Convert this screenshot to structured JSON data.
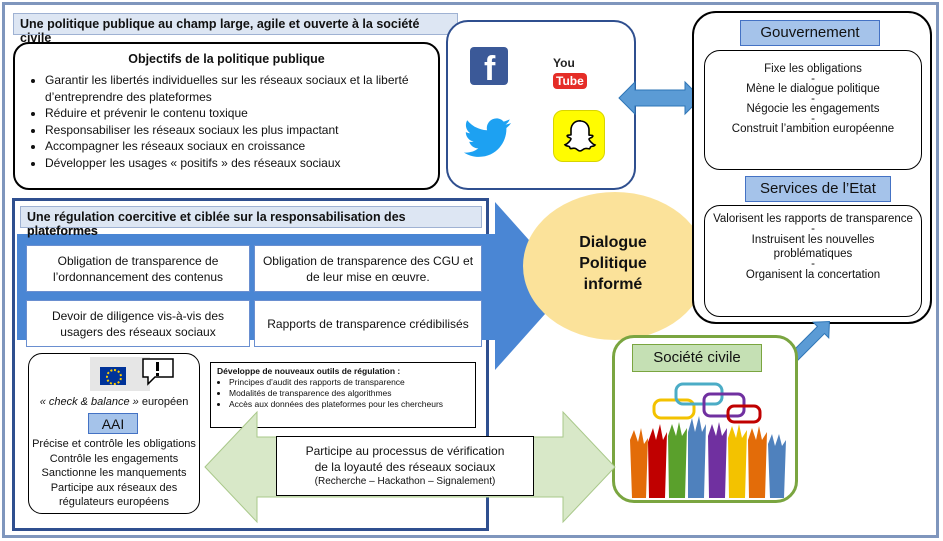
{
  "top_box": {
    "header": "Une politique publique au champ large, agile et ouverte à la société civile",
    "title": "Objectifs de la politique publique",
    "items": [
      "Garantir les libertés individuelles sur les réseaux sociaux et la liberté d’entreprendre des plateformes",
      "Réduire et prévenir le contenu toxique",
      "Responsabiliser les réseaux sociaux les plus impactant",
      "Accompagner les réseaux sociaux en croissance",
      "Développer les usages « positifs » des réseaux sociaux"
    ]
  },
  "social_logos": {
    "youtube_you": "You",
    "youtube_tube": "Tube"
  },
  "regulation": {
    "header": "Une régulation coercitive et ciblée sur la responsabilisation des plateformes",
    "cells": [
      "Obligation de transparence de l’ordonnancement des contenus",
      "Obligation de transparence des CGU et de leur mise en œuvre.",
      "Devoir de diligence vis-à-vis des usagers des réseaux sociaux",
      "Rapports de transparence crédibilisés"
    ]
  },
  "dialogue": {
    "line1": "Dialogue",
    "line2": "Politique",
    "line3": "informé"
  },
  "gouvernement": {
    "label": "Gouvernement",
    "items": [
      "Fixe les obligations",
      "Mène le dialogue politique",
      "Négocie les engagements",
      "Construit l’ambition européenne"
    ]
  },
  "services": {
    "label": "Services de l’Etat",
    "items": [
      "Valorisent les rapports de transparence",
      "Instruisent les nouvelles problématiques",
      "Organisent la concertation"
    ]
  },
  "societe": {
    "label": "Société civile"
  },
  "aai": {
    "check_balance_italic": "« check & balance »",
    "check_balance_rest": " européen",
    "label": "AAI",
    "items": [
      "Précise et contrôle les obligations",
      "Contrôle les engagements",
      "Sanctionne les manquements",
      "Participe aux réseaux des régulateurs européens"
    ]
  },
  "outils": {
    "title": "Développe de nouveaux outils de régulation :",
    "items": [
      "Principes d’audit des rapports de transparence",
      "Modalités de transparence des algorithmes",
      "Accès aux données des plateformes pour les chercheurs"
    ]
  },
  "verification": {
    "line1": "Participe au processus de vérification",
    "line2": "de la loyauté des réseaux sociaux",
    "line3": "(Recherche – Hackathon – Signalement)"
  },
  "colors": {
    "frame": "#7f96bd",
    "header_bg": "#dde6f3",
    "regulation_arrow": "#4a86d4",
    "dialogue_circle": "#fbe29a",
    "label_blue": "#a5c3ea",
    "green_border": "#7aa540",
    "verification_arrow": "#d8e8c8",
    "double_arrow": "#5b9bd5"
  },
  "icons": [
    "facebook-icon",
    "youtube-icon",
    "twitter-icon",
    "snapchat-icon",
    "eu-flag-icon",
    "exclamation-bubble-icon",
    "raised-hands-icon"
  ]
}
